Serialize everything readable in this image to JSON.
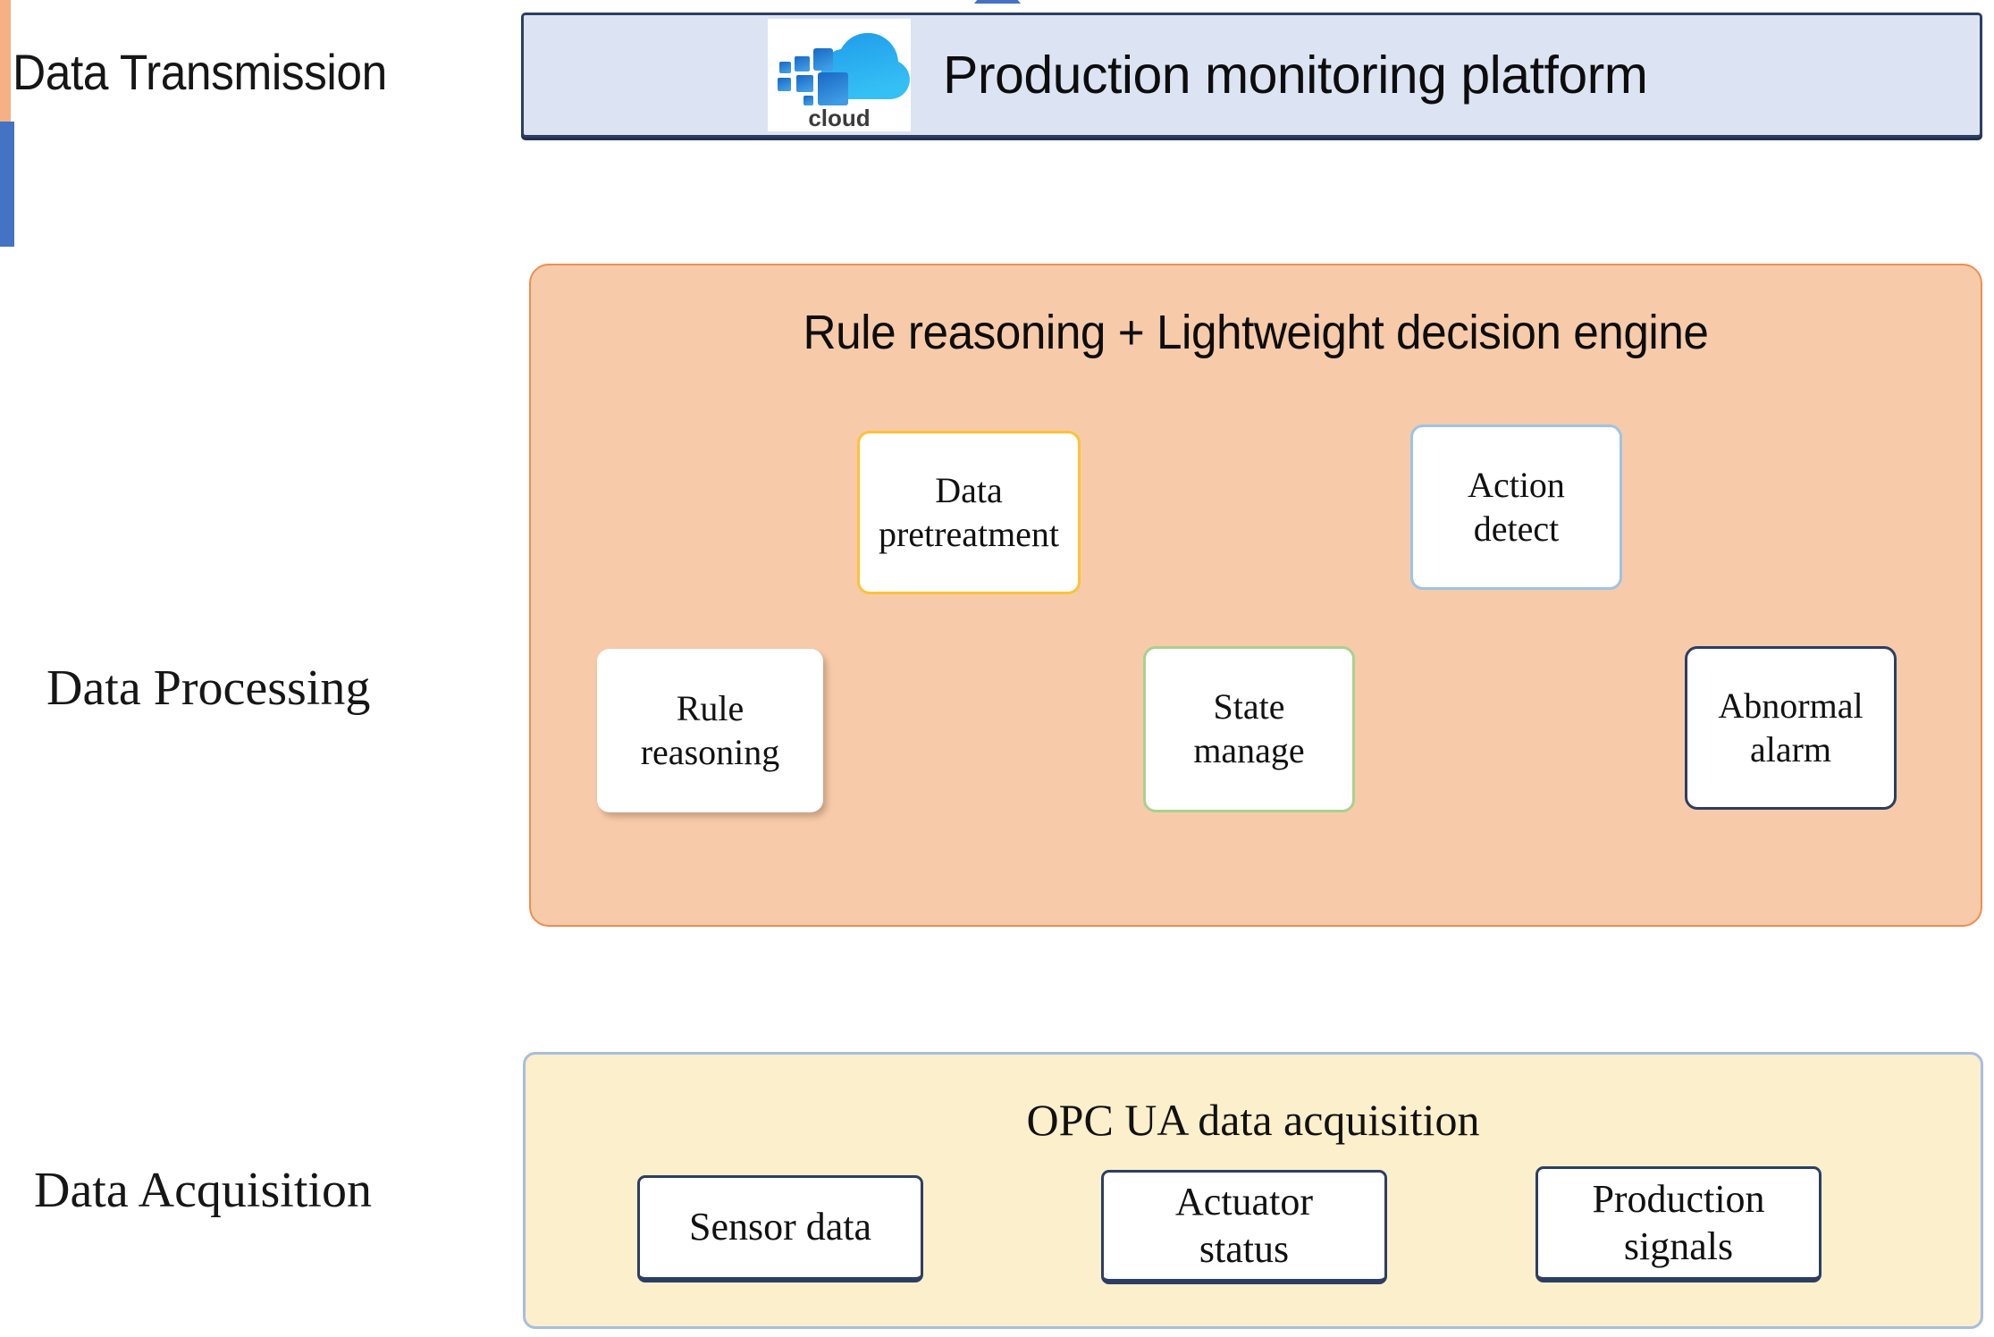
{
  "tiers": {
    "transmission": {
      "label": "Data Transmission"
    },
    "processing": {
      "label": "Data Processing"
    },
    "acquisition": {
      "label": "Data Acquisition"
    }
  },
  "transmission_layer": {
    "platform_title": "Production monitoring platform",
    "icon_caption": "cloud",
    "icon_name": "cloud-icon",
    "fill_color": "#DCE3F2",
    "border_color": "#2C3E63"
  },
  "processing_layer": {
    "title": "Rule reasoning  +  Lightweight decision engine",
    "fill_color": "#F7CBA9",
    "border_color": "#ED8E52",
    "boxes": [
      {
        "label": "Data\npretreatment",
        "line1": "Data",
        "line2": "pretreatment",
        "border_color": "#FCC239"
      },
      {
        "label": "Action\ndetect",
        "line1": "Action",
        "line2": "detect",
        "border_color": "#9DC3E6"
      },
      {
        "label": "Rule\nreasoning",
        "line1": "Rule",
        "line2": "reasoning",
        "border_color": "none"
      },
      {
        "label": "State\nmanage",
        "line1": "State",
        "line2": "manage",
        "border_color": "#A9D18E"
      },
      {
        "label": "Abnormal\nalarm",
        "line1": "Abnormal",
        "line2": "alarm",
        "border_color": "#2C3E63"
      }
    ]
  },
  "acquisition_layer": {
    "title": "OPC UA data acquisition",
    "fill_color": "#FCEFCB",
    "border_color": "#A8BEDF",
    "boxes": [
      {
        "label": "Sensor data",
        "line1": "Sensor data",
        "line2": ""
      },
      {
        "label": "Actuator status",
        "line1": "Actuator",
        "line2": "status"
      },
      {
        "label": "Production signals",
        "line1": "Production",
        "line2": "signals"
      }
    ]
  },
  "arrows": [
    {
      "name": "arrow-processing-to-transmission",
      "direction": "up",
      "color": "#F5B183"
    },
    {
      "name": "arrow-acquisition-to-processing",
      "direction": "up",
      "color": "#4472C4"
    }
  ]
}
